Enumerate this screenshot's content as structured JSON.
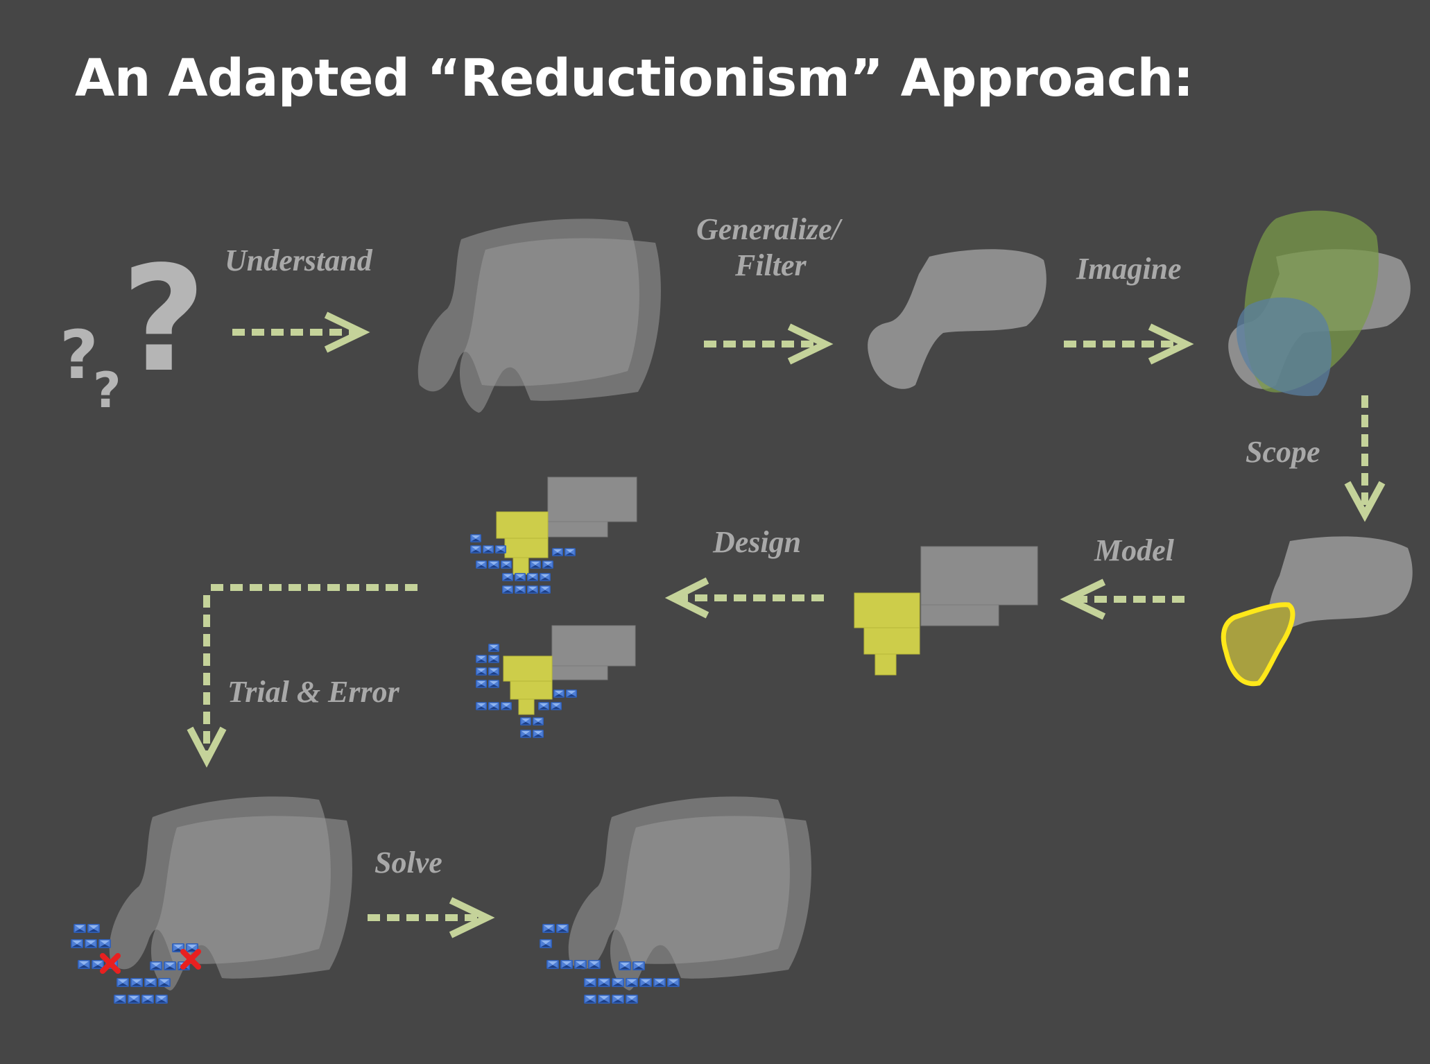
{
  "title": "An Adapted “Reductionism” Approach:",
  "steps": {
    "understand": "Understand",
    "generalize_line1": "Generalize/",
    "generalize_line2": "Filter",
    "imagine": "Imagine",
    "scope": "Scope",
    "model": "Model",
    "design": "Design",
    "trial_error": "Trial & Error",
    "solve": "Solve"
  },
  "question_marks": [
    "?",
    "?",
    "?"
  ],
  "colors": {
    "background": "#464646",
    "arrow": "#c5d39a",
    "blob": "#8e8e8e",
    "green_region": "#7a9a4a",
    "blue_region": "#5a7fa0",
    "highlight_yellow": "#e8e020",
    "block_yellow": "#cdcd4a",
    "block_gray": "#8c8c8c",
    "cell_blue": "#3a6fd0",
    "error_red": "#e82020"
  },
  "icons": [
    "question-mark-icon",
    "dotted-arrow-icon",
    "error-x-icon",
    "cell-block-icon"
  ]
}
